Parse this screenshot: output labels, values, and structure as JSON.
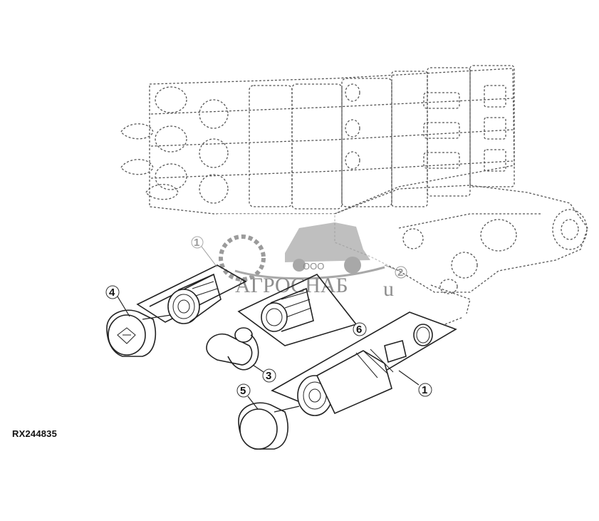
{
  "figure": {
    "reference_code": "RX244835",
    "callouts": [
      {
        "id": "c1a",
        "label": "1",
        "style": "ghost"
      },
      {
        "id": "c2",
        "label": "2",
        "style": "ghost"
      },
      {
        "id": "c4",
        "label": "4",
        "style": "solid"
      },
      {
        "id": "c6",
        "label": "6",
        "style": "solid"
      },
      {
        "id": "c3",
        "label": "3",
        "style": "solid"
      },
      {
        "id": "c1b",
        "label": "1",
        "style": "solid"
      },
      {
        "id": "c5",
        "label": "5",
        "style": "solid"
      }
    ]
  },
  "watermark": {
    "prefix": "ООО",
    "brand": "АГРОСНАБ",
    "suffix": "u"
  },
  "colors": {
    "line": "#222222",
    "ghost_line": "#555555",
    "watermark": "#7a7a7a",
    "background": "#ffffff"
  }
}
